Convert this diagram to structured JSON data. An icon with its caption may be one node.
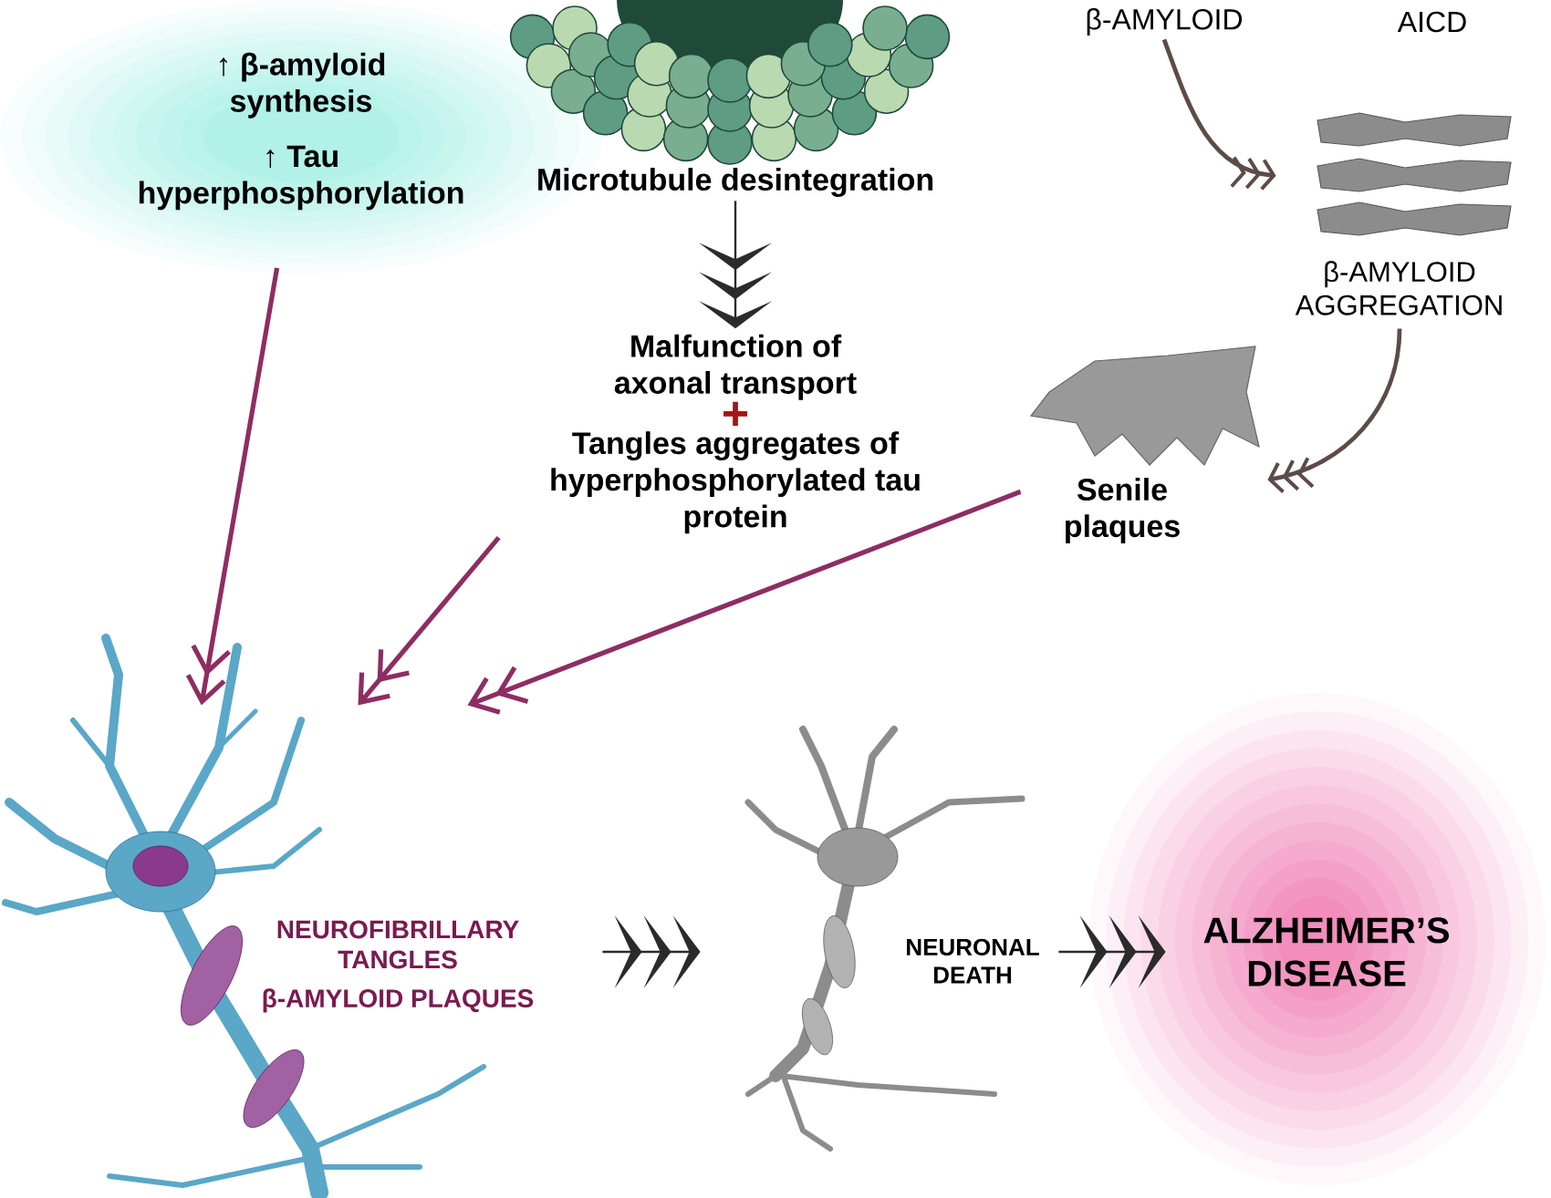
{
  "diagram": {
    "nodes": [
      {
        "text": [
          "↑ β-amyloid synthesis",
          "↑ Tau hyperphosphorylation"
        ]
      },
      {
        "text": [
          "Microtubule desintegration"
        ]
      },
      {
        "text": [
          "Malfunction of axonal transport",
          "+",
          "Tangles aggregates of hyperphosphorylated tau protein"
        ]
      },
      {
        "text": [
          "β-AMYLOID"
        ]
      },
      {
        "text": [
          "β-AMYLOID AGGREGATION"
        ]
      },
      {
        "text": [
          "Senile plaques"
        ]
      },
      {
        "text": [
          "NEUROFIBRILLARY TANGLES",
          "β-AMYLOID PLAQUES"
        ]
      },
      {
        "text": [
          "NEURONAL DEATH"
        ]
      },
      {
        "text": [
          "ALZHEIMER’S DISEASE"
        ]
      }
    ],
    "edges": [
      {
        "from": 0,
        "to": 6,
        "arrow": "to",
        "color": "#8e2d62"
      },
      {
        "from": 2,
        "to": 6,
        "arrow": "to",
        "color": "#8e2d62"
      },
      {
        "from": 5,
        "to": 6,
        "arrow": "to",
        "color": "#8e2d62"
      },
      {
        "from": 1,
        "to": 2,
        "arrow": "to",
        "color": "#2b2b2b"
      },
      {
        "from": 3,
        "to": 4,
        "arrow": "to",
        "color": "#5d4b47"
      },
      {
        "from": 4,
        "to": 5,
        "arrow": "to",
        "color": "#5d4b47"
      },
      {
        "from": 6,
        "to": 7,
        "arrow": "to",
        "color": "#2b2b2b"
      },
      {
        "from": 7,
        "to": 8,
        "arrow": "to",
        "color": "#2b2b2b"
      }
    ],
    "labels": [
      "AICD"
    ]
  }
}
